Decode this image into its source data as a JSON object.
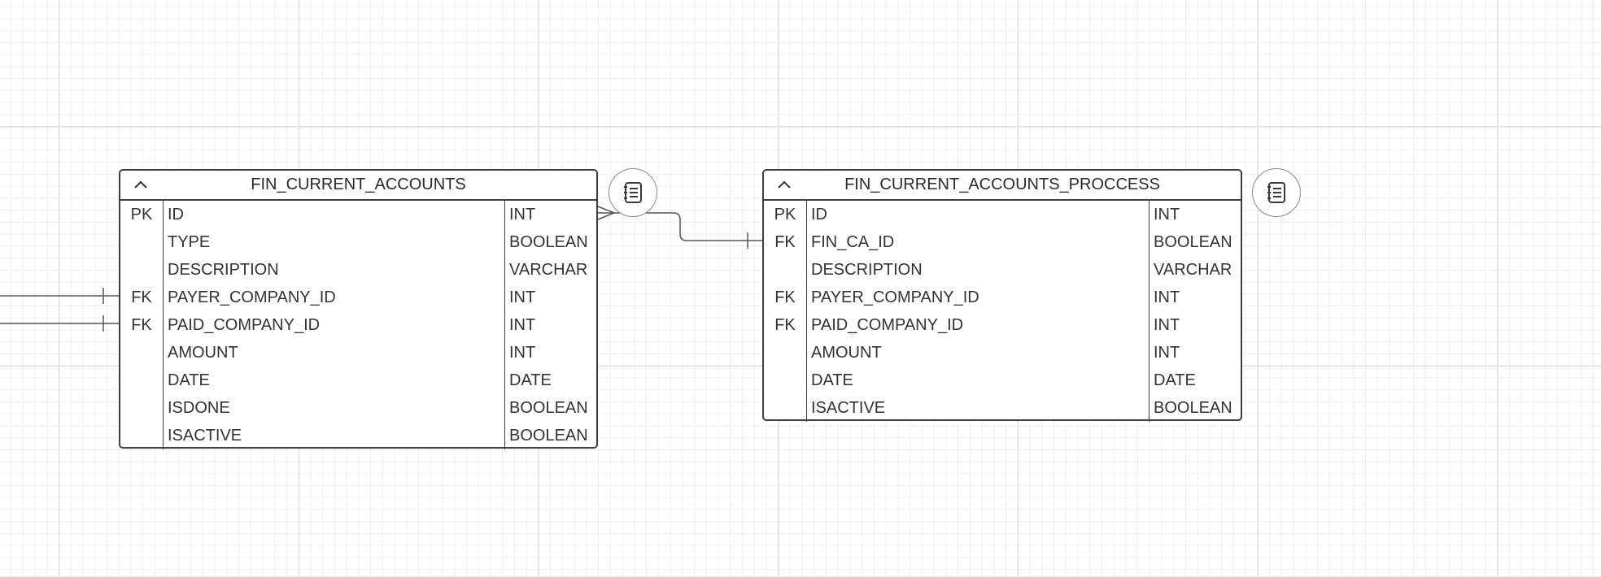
{
  "tables": [
    {
      "name": "FIN_CURRENT_ACCOUNTS",
      "rows": [
        {
          "key": "PK",
          "name": "ID",
          "type": "INT"
        },
        {
          "key": "",
          "name": "TYPE",
          "type": "BOOLEAN"
        },
        {
          "key": "",
          "name": "DESCRIPTION",
          "type": "VARCHAR"
        },
        {
          "key": "FK",
          "name": "PAYER_COMPANY_ID",
          "type": "INT"
        },
        {
          "key": "FK",
          "name": "PAID_COMPANY_ID",
          "type": "INT"
        },
        {
          "key": "",
          "name": "AMOUNT",
          "type": "INT"
        },
        {
          "key": "",
          "name": "DATE",
          "type": "DATE"
        },
        {
          "key": "",
          "name": "ISDONE",
          "type": "BOOLEAN"
        },
        {
          "key": "",
          "name": "ISACTIVE",
          "type": "BOOLEAN"
        }
      ]
    },
    {
      "name": "FIN_CURRENT_ACCOUNTS_PROCCESS",
      "rows": [
        {
          "key": "PK",
          "name": "ID",
          "type": "INT"
        },
        {
          "key": "FK",
          "name": "FIN_CA_ID",
          "type": "BOOLEAN"
        },
        {
          "key": "",
          "name": "DESCRIPTION",
          "type": "VARCHAR"
        },
        {
          "key": "FK",
          "name": "PAYER_COMPANY_ID",
          "type": "INT"
        },
        {
          "key": "FK",
          "name": "PAID_COMPANY_ID",
          "type": "INT"
        },
        {
          "key": "",
          "name": "AMOUNT",
          "type": "INT"
        },
        {
          "key": "",
          "name": "DATE",
          "type": "DATE"
        },
        {
          "key": "",
          "name": "ISACTIVE",
          "type": "BOOLEAN"
        }
      ]
    }
  ],
  "icons": {
    "collapse": "chevron-up-icon",
    "notes": "notes-icon"
  },
  "colors": {
    "border": "#3f3f3f",
    "text": "#333333",
    "connector": "#555555",
    "grid_major": "#dedede",
    "grid_minor": "#efefef",
    "background": "#ffffff"
  }
}
